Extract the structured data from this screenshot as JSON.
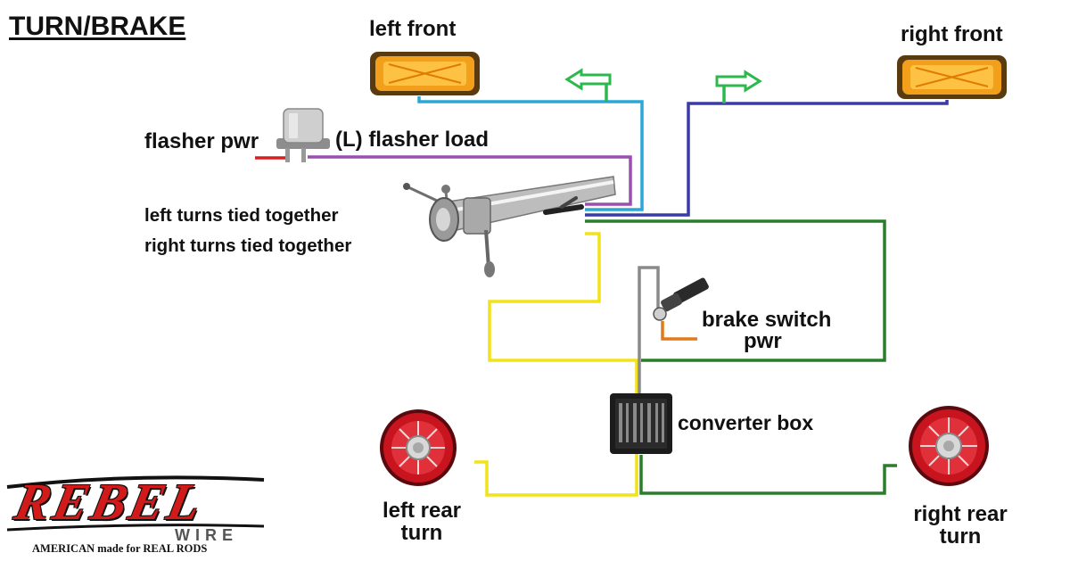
{
  "title": "TURN/BRAKE",
  "labels": {
    "left_front": "left front",
    "right_front": "right front",
    "flasher_pwr": "flasher pwr",
    "flasher_load": "(L) flasher load",
    "left_turns": "left turns tied together",
    "right_turns": "right turns tied together",
    "brake_switch": "brake switch",
    "brake_pwr": "pwr",
    "converter_box": "converter box",
    "left_rear_1": "left rear",
    "left_rear_2": "turn",
    "right_rear_1": "right rear",
    "right_rear_2": "turn"
  },
  "logo": {
    "name": "REBEL",
    "sub": "WIRE",
    "tagline": "AMERICAN made for REAL RODS"
  },
  "colors": {
    "left_front_wire": "#2aa7d6",
    "right_front_wire": "#3a3aa8",
    "flasher_load_wire": "#9a4fb0",
    "flasher_pwr_wire": "#d42020",
    "left_rear_wire": "#f2e21a",
    "right_rear_wire": "#2a7d2a",
    "brake_wire": "#8a8a8a",
    "brake_pwr_wire": "#e07a1a",
    "lamp_amber": "#f2a01c",
    "lamp_red": "#c8141e",
    "arrow_green": "#2db84d"
  }
}
